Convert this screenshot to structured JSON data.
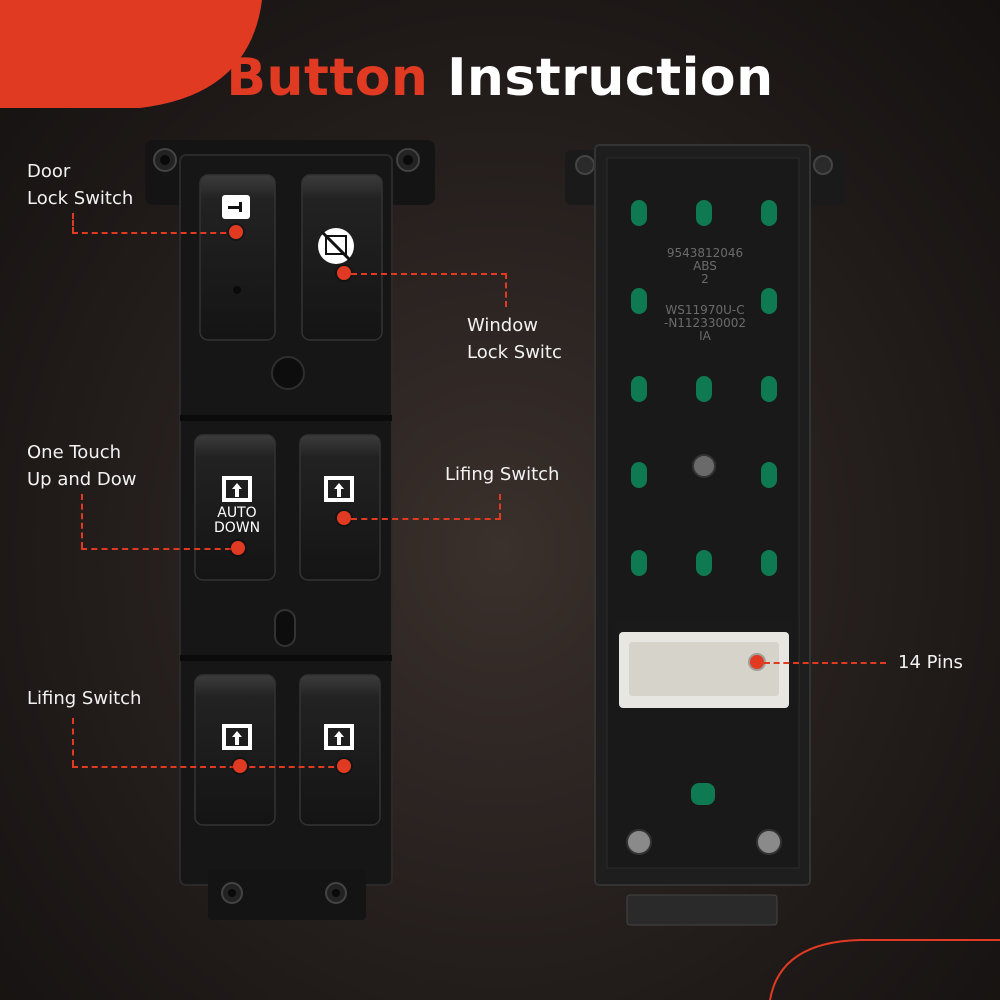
{
  "title": {
    "word1": "Button",
    "word2": "Instruction"
  },
  "labels": {
    "door_lock": [
      "Door",
      "Lock Switch"
    ],
    "window_lock": [
      "Window",
      "Lock Switc"
    ],
    "one_touch": [
      "One Touch",
      "Up and Dow"
    ],
    "lifting_right": "Lifing Switch",
    "lifting_left": "Lifing Switch",
    "pins": "14 Pins"
  },
  "switch_text": {
    "auto": "AUTO",
    "down": "DOWN"
  },
  "back_text": {
    "part_no": "9543812046",
    "mat": "ABS",
    "rev": "2",
    "code1": "WS11970U-C",
    "code2": "-N112330002",
    "code3": "IA"
  },
  "colors": {
    "accent": "#e03a22",
    "label": "#f2f2f2",
    "terminal_green": "#0f7a52",
    "connector": "#e8e6e0"
  }
}
